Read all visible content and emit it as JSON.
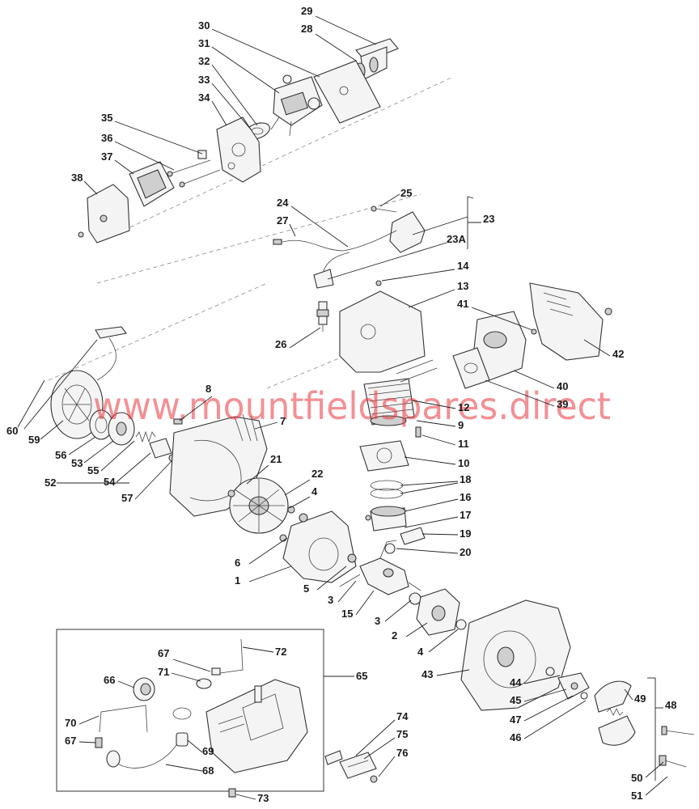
{
  "watermark": "www.mountfieldspares.direct",
  "callouts": [
    {
      "id": "29"
    },
    {
      "id": "28"
    },
    {
      "id": "30"
    },
    {
      "id": "31"
    },
    {
      "id": "32"
    },
    {
      "id": "33"
    },
    {
      "id": "34"
    },
    {
      "id": "35"
    },
    {
      "id": "36"
    },
    {
      "id": "37"
    },
    {
      "id": "38"
    },
    {
      "id": "25"
    },
    {
      "id": "24"
    },
    {
      "id": "27"
    },
    {
      "id": "23"
    },
    {
      "id": "23A"
    },
    {
      "id": "14"
    },
    {
      "id": "13"
    },
    {
      "id": "41"
    },
    {
      "id": "42"
    },
    {
      "id": "26"
    },
    {
      "id": "40"
    },
    {
      "id": "39"
    },
    {
      "id": "8"
    },
    {
      "id": "7"
    },
    {
      "id": "12"
    },
    {
      "id": "9"
    },
    {
      "id": "11"
    },
    {
      "id": "10"
    },
    {
      "id": "60"
    },
    {
      "id": "59"
    },
    {
      "id": "56"
    },
    {
      "id": "53"
    },
    {
      "id": "55"
    },
    {
      "id": "54"
    },
    {
      "id": "52"
    },
    {
      "id": "57"
    },
    {
      "id": "21"
    },
    {
      "id": "22"
    },
    {
      "id": "4"
    },
    {
      "id": "18"
    },
    {
      "id": "16"
    },
    {
      "id": "17"
    },
    {
      "id": "19"
    },
    {
      "id": "20"
    },
    {
      "id": "6"
    },
    {
      "id": "1"
    },
    {
      "id": "5"
    },
    {
      "id": "3"
    },
    {
      "id": "15"
    },
    {
      "id": "3b",
      "text": "3"
    },
    {
      "id": "2"
    },
    {
      "id": "4b",
      "text": "4"
    },
    {
      "id": "43"
    },
    {
      "id": "67"
    },
    {
      "id": "72"
    },
    {
      "id": "71"
    },
    {
      "id": "65"
    },
    {
      "id": "66"
    },
    {
      "id": "70"
    },
    {
      "id": "67b",
      "text": "67"
    },
    {
      "id": "69"
    },
    {
      "id": "68"
    },
    {
      "id": "73"
    },
    {
      "id": "74"
    },
    {
      "id": "75"
    },
    {
      "id": "76"
    },
    {
      "id": "44"
    },
    {
      "id": "49"
    },
    {
      "id": "48"
    },
    {
      "id": "45"
    },
    {
      "id": "47"
    },
    {
      "id": "46"
    },
    {
      "id": "50"
    },
    {
      "id": "51"
    }
  ]
}
